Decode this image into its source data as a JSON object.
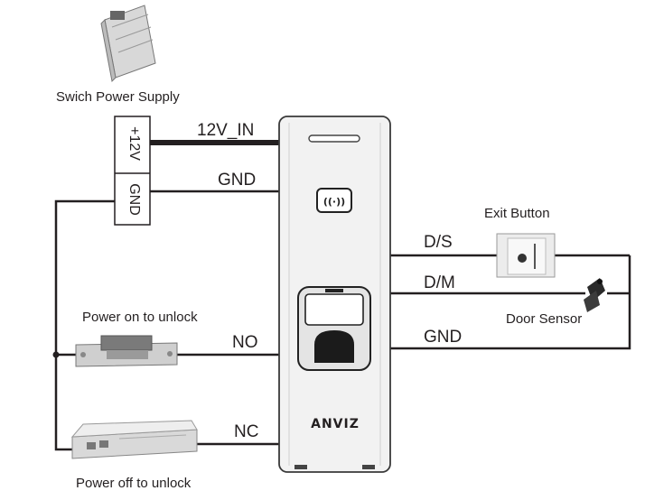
{
  "labels": {
    "power_supply": "Swich Power Supply",
    "terminal_plus12v": "+12V",
    "terminal_gnd": "GND",
    "wire_12v_in": "12V_IN",
    "wire_gnd_top": "GND",
    "exit_button": "Exit Button",
    "wire_ds": "D/S",
    "wire_dm": "D/M",
    "door_sensor": "Door Sensor",
    "wire_gnd_right": "GND",
    "power_on_unlock": "Power on to unlock",
    "wire_no": "NO",
    "wire_nc": "NC",
    "power_off_unlock": "Power off to unlock",
    "brand": "ANVIZ"
  },
  "colors": {
    "wire": "#231f20",
    "device_body": "#f2f2f2",
    "device_edge": "#3a3a3a"
  }
}
